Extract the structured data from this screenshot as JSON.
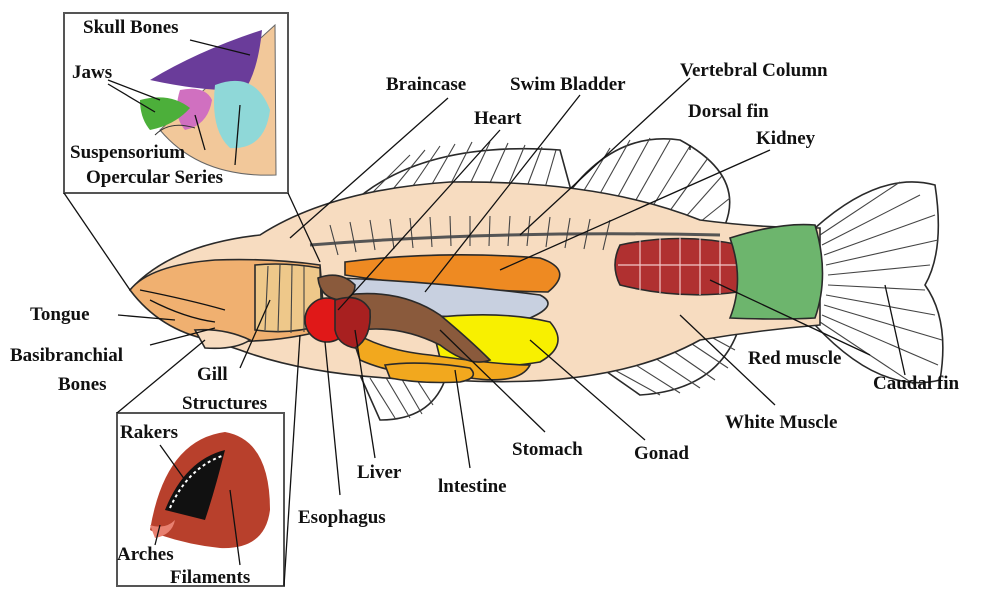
{
  "labels": {
    "skull_bones": "Skull Bones",
    "jaws": "Jaws",
    "suspensorium": "Suspensorium",
    "opercular_series": "Opercular Series",
    "braincase": "Braincase",
    "heart": "Heart",
    "swim_bladder": "Swim Bladder",
    "vertebral_column": "Vertebral Column",
    "dorsal_fin": "Dorsal fin",
    "kidney": "Kidney",
    "tongue": "Tongue",
    "basibranchial_1": "Basibranchial",
    "basibranchial_2": "Bones",
    "gill_1": "Gill",
    "gill_2": "Structures",
    "rakers": "Rakers",
    "arches": "Arches",
    "filaments": "Filaments",
    "liver": "Liver",
    "esophagus": "Esophagus",
    "intestine": "lntestine",
    "stomach": "Stomach",
    "gonad": "Gonad",
    "white_muscle": "White Muscle",
    "red_muscle": "Red muscle",
    "caudal_fin": "Caudal fin"
  },
  "colors": {
    "body": "#f7dcc0",
    "body_outline": "#2a2a2a",
    "head": "#f0b070",
    "gill_region": "#eec88a",
    "skull_purple": "#6a3c9a",
    "jaws_green": "#4caf3a",
    "suspensorium_pink": "#d070c0",
    "opercular_cyan": "#8fd8d8",
    "swim_bladder": "#c8d0e0",
    "kidney": "#ee8a22",
    "heart": "#e01818",
    "liver": "#a82020",
    "stomach": "#8a5a3c",
    "intestine": "#f2a81e",
    "gonad": "#f8f000",
    "red_muscle": "#b03030",
    "caudal_peduncle": "#6db56d",
    "gill_arch": "#b8402c"
  }
}
